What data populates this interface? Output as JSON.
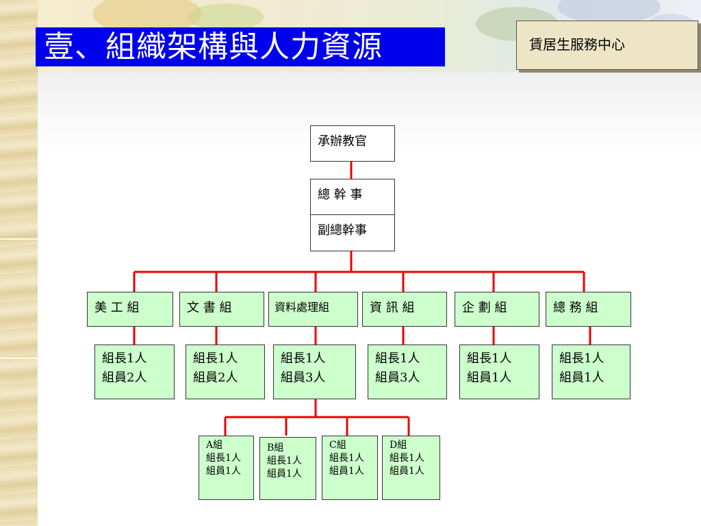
{
  "title": "壹、組織架構與人力資源",
  "center_name": "賃居生服務中心",
  "org_chart": {
    "root": "承辦教官",
    "chief": "總 幹 事",
    "vice": "副總幹事",
    "groups": [
      {
        "name": "美 工 組",
        "leader": "組長1人",
        "members": "組員2人"
      },
      {
        "name": "文 書 組",
        "leader": "組長1人",
        "members": "組員2人"
      },
      {
        "name": "資料處理組",
        "leader": "組長1人",
        "members": "組員3人"
      },
      {
        "name": "資 訊 組",
        "leader": "組長1人",
        "members": "組員3人"
      },
      {
        "name": "企 劃 組",
        "leader": "組長1人",
        "members": "組員1人"
      },
      {
        "name": "總 務 組",
        "leader": "組長1人",
        "members": "組員1人"
      }
    ],
    "subgroups": [
      {
        "name": "A組",
        "leader": "組長1人",
        "members": "組員1人"
      },
      {
        "name": "B組",
        "leader": "組長1人",
        "members": "組員1人"
      },
      {
        "name": "C組",
        "leader": "組長1人",
        "members": "組員1人"
      },
      {
        "name": "D組",
        "leader": "組長1人",
        "members": "組員1人"
      }
    ]
  },
  "colors": {
    "title_bg": "#0000ee",
    "node_fill": "#ccffcc",
    "connector": "#ee0000",
    "badge_fill": "#eee5c6"
  }
}
